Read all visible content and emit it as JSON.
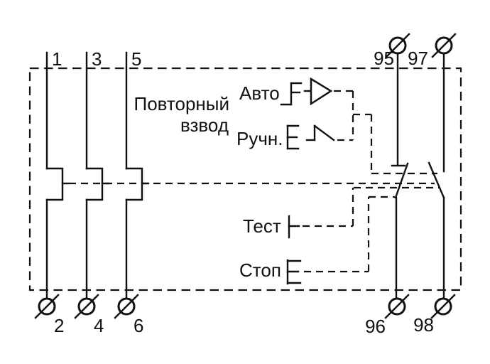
{
  "colors": {
    "line": "#111111",
    "background": "#ffffff"
  },
  "schematic": {
    "labels": {
      "reset_line1": "Повторный",
      "reset_line2": "взвод",
      "auto": "Авто",
      "manual": "Ручн.",
      "test": "Тест",
      "stop": "Стоп"
    },
    "terminals": {
      "top_left": [
        "1",
        "3",
        "5"
      ],
      "bottom_left": [
        "2",
        "4",
        "6"
      ],
      "top_right": [
        "95",
        "97"
      ],
      "bottom_right": [
        "96",
        "98"
      ]
    }
  }
}
